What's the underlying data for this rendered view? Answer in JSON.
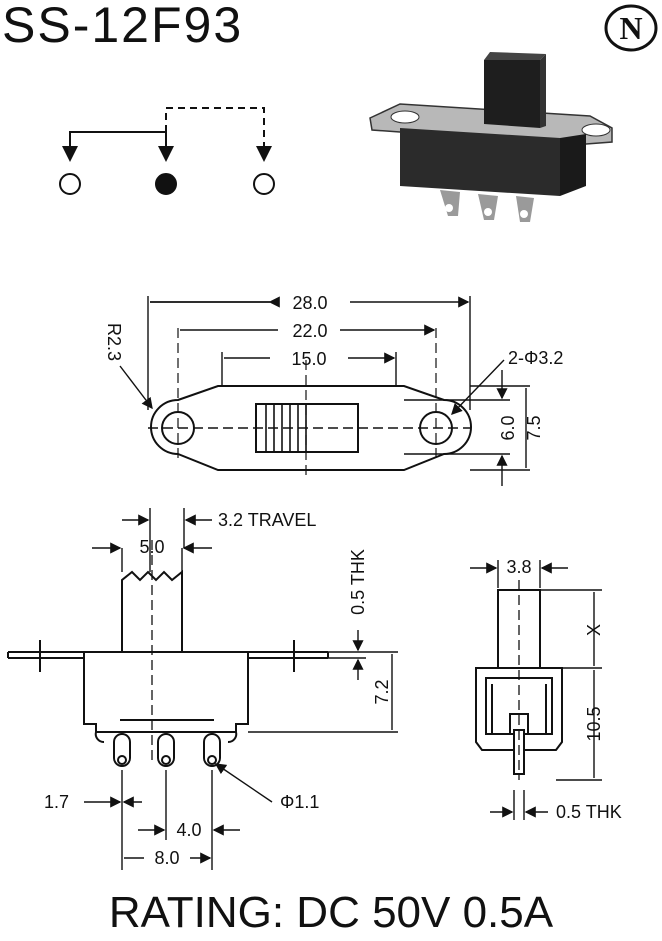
{
  "header": {
    "part_number": "SS-12F93",
    "logo_letter": "N"
  },
  "footer": {
    "rating": "RATING: DC 50V 0.5A"
  },
  "top_view": {
    "overall_length": "28.0",
    "hole_pitch": "22.0",
    "slot_length": "15.0",
    "corner_radius": "R2.3",
    "holes": "2-Φ3.2",
    "body_width": "6.0",
    "flange_width": "7.5"
  },
  "front_view": {
    "actuator_width": "5.0",
    "travel": "3.2 TRAVEL",
    "plate_thickness": "0.5 THK",
    "body_height": "7.2",
    "terminal_offset": "1.7",
    "terminal_hole": "Φ1.1",
    "terminal_pitch": "4.0",
    "terminal_span": "8.0"
  },
  "side_view": {
    "actuator_width": "3.8",
    "actuator_height": "X",
    "body_height": "10.5",
    "terminal_thickness": "0.5 THK"
  },
  "colors": {
    "ink": "#111111",
    "body": "#2b2b2b",
    "metal": "#9a9a9a"
  }
}
